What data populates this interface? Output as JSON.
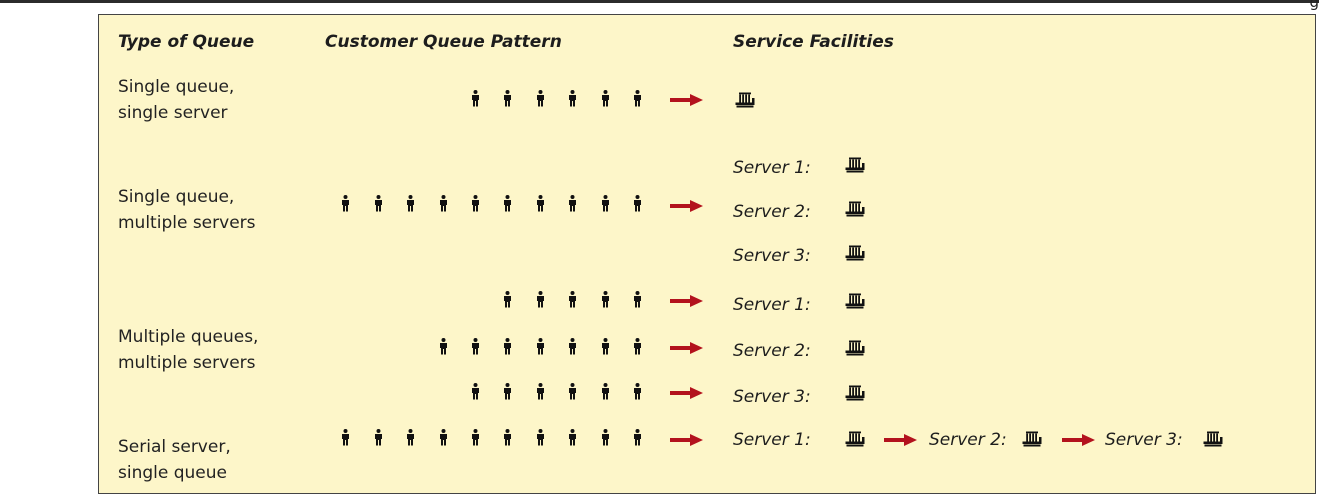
{
  "corner_label": "g",
  "headers": {
    "type": "Type of Queue",
    "pattern": "Customer Queue Pattern",
    "facilities": "Service Facilities"
  },
  "rows": [
    {
      "type_line1": "Single queue,",
      "type_line2": "single server",
      "queues": [
        6
      ],
      "servers": []
    },
    {
      "type_line1": "Single queue,",
      "type_line2": "multiple servers",
      "queues": [
        10
      ],
      "servers": [
        "Server 1:",
        "Server 2:",
        "Server 3:"
      ]
    },
    {
      "type_line1": "Multiple queues,",
      "type_line2": "multiple servers",
      "queues": [
        5,
        7,
        6
      ],
      "servers": [
        "Server 1:",
        "Server 2:",
        "Server 3:"
      ]
    },
    {
      "type_line1": "Serial server,",
      "type_line2": "single queue",
      "queues": [
        10
      ],
      "servers": [
        "Server 1:",
        "Server 2:",
        "Server 3:"
      ]
    }
  ],
  "colors": {
    "background": "#fdf6c9",
    "arrow": "#b3121d",
    "figure": "#111111"
  },
  "icons": {
    "customer": "person-icon",
    "facility": "service-facility-icon",
    "flow": "red-arrow-icon"
  }
}
